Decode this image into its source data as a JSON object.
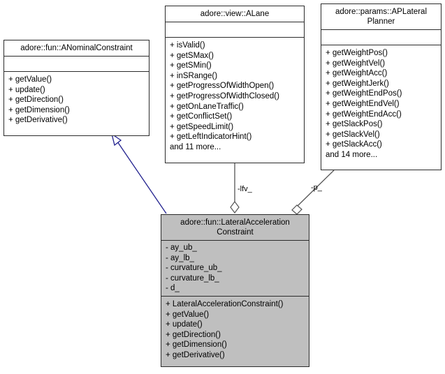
{
  "diagram": {
    "type": "uml-class-diagram",
    "background": "#ffffff",
    "line_color": "#2b2b2b",
    "inheritance_color": "#22228f",
    "filled_class_color": "#bfbfbf"
  },
  "classes": {
    "nominal_constraint": {
      "name": "adore::fun::ANominalConstraint",
      "attributes": [],
      "operations": [
        "+ getValue()",
        "+ update()",
        "+ getDirection()",
        "+ getDimension()",
        "+ getDerivative()"
      ]
    },
    "alane": {
      "name": "adore::view::ALane",
      "attributes": [],
      "operations": [
        "+ isValid()",
        "+ getSMax()",
        "+ getSMin()",
        "+ inSRange()",
        "+ getProgressOfWidthOpen()",
        "+ getProgressOfWidthClosed()",
        "+ getOnLaneTraffic()",
        "+ getConflictSet()",
        "+ getSpeedLimit()",
        "+ getLeftIndicatorHint()",
        "and 11 more..."
      ]
    },
    "ap_lateral_planner": {
      "name": "adore::params::APLateral\nPlanner",
      "attributes": [],
      "operations": [
        "+ getWeightPos()",
        "+ getWeightVel()",
        "+ getWeightAcc()",
        "+ getWeightJerk()",
        "+ getWeightEndPos()",
        "+ getWeightEndVel()",
        "+ getWeightEndAcc()",
        "+ getSlackPos()",
        "+ getSlackVel()",
        "+ getSlackAcc()",
        "and 14 more..."
      ]
    },
    "lateral_acceleration_constraint": {
      "name": "adore::fun::LateralAcceleration\nConstraint",
      "attributes": [
        "- ay_ub_",
        "- ay_lb_",
        "- curvature_ub_",
        "- curvature_lb_",
        "- d_"
      ],
      "operations": [
        "+ LateralAccelerationConstraint()",
        "+ getValue()",
        "+ update()",
        "+ getDirection()",
        "+ getDimension()",
        "+ getDerivative()"
      ]
    }
  },
  "relations": [
    {
      "kind": "inheritance",
      "from": "lateral_acceleration_constraint",
      "to": "nominal_constraint",
      "label": ""
    },
    {
      "kind": "aggregation",
      "from": "lateral_acceleration_constraint",
      "to": "alane",
      "label": "-lfv_"
    },
    {
      "kind": "aggregation",
      "from": "lateral_acceleration_constraint",
      "to": "ap_lateral_planner",
      "label": "-p_"
    }
  ]
}
